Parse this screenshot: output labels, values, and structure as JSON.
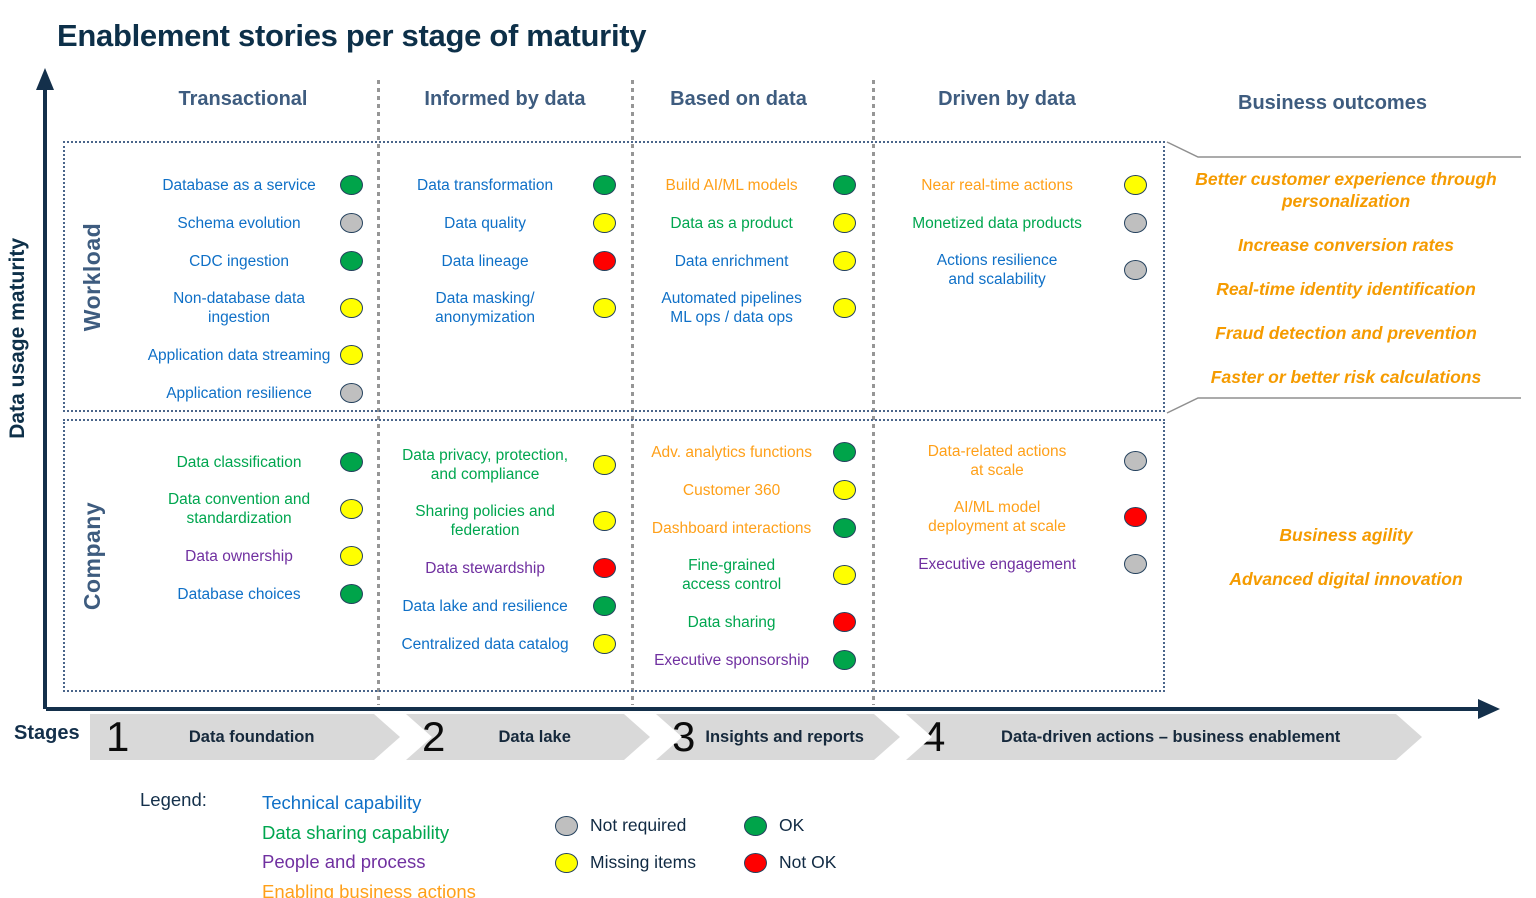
{
  "title": "Enablement stories per stage of maturity",
  "y_axis_label": "Data usage maturity",
  "stages_label": "Stages",
  "outcomes_header": "Business outcomes",
  "columns": [
    "Transactional",
    "Informed by data",
    "Based on data",
    "Driven by data"
  ],
  "sections": [
    {
      "label": "Workload",
      "cells": [
        [
          {
            "label": "Database as a service",
            "category": "technical",
            "status": "ok"
          },
          {
            "label": "Schema evolution",
            "category": "technical",
            "status": "not-required"
          },
          {
            "label": "CDC ingestion",
            "category": "technical",
            "status": "ok"
          },
          {
            "label": "Non-database data\ningestion",
            "category": "technical",
            "status": "missing"
          },
          {
            "label": "Application data streaming",
            "category": "technical",
            "status": "missing"
          },
          {
            "label": "Application resilience",
            "category": "technical",
            "status": "not-required"
          }
        ],
        [
          {
            "label": "Data transformation",
            "category": "technical",
            "status": "ok"
          },
          {
            "label": "Data quality",
            "category": "technical",
            "status": "missing"
          },
          {
            "label": "Data lineage",
            "category": "technical",
            "status": "not-ok"
          },
          {
            "label": "Data masking/\nanonymization",
            "category": "technical",
            "status": "missing"
          }
        ],
        [
          {
            "label": "Build AI/ML models",
            "category": "business",
            "status": "ok"
          },
          {
            "label": "Data as a product",
            "category": "sharing",
            "status": "missing"
          },
          {
            "label": "Data enrichment",
            "category": "technical",
            "status": "missing"
          },
          {
            "label": "Automated pipelines\nML ops / data ops",
            "category": "technical",
            "status": "missing"
          }
        ],
        [
          {
            "label": "Near real-time actions",
            "category": "business",
            "status": "missing"
          },
          {
            "label": "Monetized data products",
            "category": "sharing",
            "status": "not-required"
          },
          {
            "label": "Actions resilience\nand scalability",
            "category": "technical",
            "status": "not-required"
          }
        ]
      ],
      "outcomes": [
        "Better customer experience through\npersonalization",
        "Increase conversion rates",
        "Real-time identity identification",
        "Fraud detection and prevention",
        "Faster or better risk calculations"
      ]
    },
    {
      "label": "Company",
      "cells": [
        [
          {
            "label": "Data classification",
            "category": "sharing",
            "status": "ok"
          },
          {
            "label": "Data convention and\nstandardization",
            "category": "sharing",
            "status": "missing"
          },
          {
            "label": "Data ownership",
            "category": "people",
            "status": "missing"
          },
          {
            "label": "Database choices",
            "category": "technical",
            "status": "ok"
          }
        ],
        [
          {
            "label": "Data privacy, protection,\nand compliance",
            "category": "sharing",
            "status": "missing"
          },
          {
            "label": "Sharing policies and\nfederation",
            "category": "sharing",
            "status": "missing"
          },
          {
            "label": "Data stewardship",
            "category": "people",
            "status": "not-ok"
          },
          {
            "label": "Data lake and resilience",
            "category": "technical",
            "status": "ok"
          },
          {
            "label": "Centralized data catalog",
            "category": "technical",
            "status": "missing"
          }
        ],
        [
          {
            "label": "Adv. analytics functions",
            "category": "business",
            "status": "ok"
          },
          {
            "label": "Customer 360",
            "category": "business",
            "status": "missing"
          },
          {
            "label": "Dashboard interactions",
            "category": "business",
            "status": "ok"
          },
          {
            "label": "Fine-grained\naccess control",
            "category": "sharing",
            "status": "missing"
          },
          {
            "label": "Data sharing",
            "category": "sharing",
            "status": "not-ok"
          },
          {
            "label": "Executive sponsorship",
            "category": "people",
            "status": "ok"
          }
        ],
        [
          {
            "label": "Data-related actions\nat scale",
            "category": "business",
            "status": "not-required"
          },
          {
            "label": "AI/ML model\ndeployment at scale",
            "category": "business",
            "status": "not-ok"
          },
          {
            "label": "Executive engagement",
            "category": "people",
            "status": "not-required"
          }
        ]
      ],
      "outcomes": [
        "Business agility",
        "Advanced digital innovation"
      ]
    }
  ],
  "stages": [
    {
      "number": "1",
      "label": "Data foundation"
    },
    {
      "number": "2",
      "label": "Data lake"
    },
    {
      "number": "3",
      "label": "Insights and reports"
    },
    {
      "number": "4",
      "label": "Data-driven actions – business enablement"
    }
  ],
  "legend": {
    "title": "Legend:",
    "categories": [
      {
        "label": "Technical capability",
        "category": "technical"
      },
      {
        "label": "Data sharing capability",
        "category": "sharing"
      },
      {
        "label": "People and process",
        "category": "people"
      },
      {
        "label": "Enabling business actions",
        "category": "business"
      }
    ],
    "statuses": [
      {
        "label": "Not required",
        "status": "not-required",
        "pos": "ls-not-required"
      },
      {
        "label": "OK",
        "status": "ok",
        "pos": "ls-ok"
      },
      {
        "label": "Missing items",
        "status": "missing",
        "pos": "ls-missing"
      },
      {
        "label": "Not OK",
        "status": "not-ok",
        "pos": "ls-not-ok"
      }
    ]
  },
  "colors": {
    "category": {
      "technical": "#0f70c7",
      "sharing": "#00a64f",
      "people": "#7030a0",
      "business": "#ffa019"
    },
    "status": {
      "ok": "#00a44a",
      "missing": "#ffff00",
      "not-ok": "#ff0000",
      "not-required": "#bfbfbf"
    },
    "outcome_text": "#f59b00",
    "title_navy": "#0d3049",
    "header_slate": "#3e5c7f",
    "axis_navy": "#14304b",
    "stage_fill": "#d9d9d9"
  }
}
